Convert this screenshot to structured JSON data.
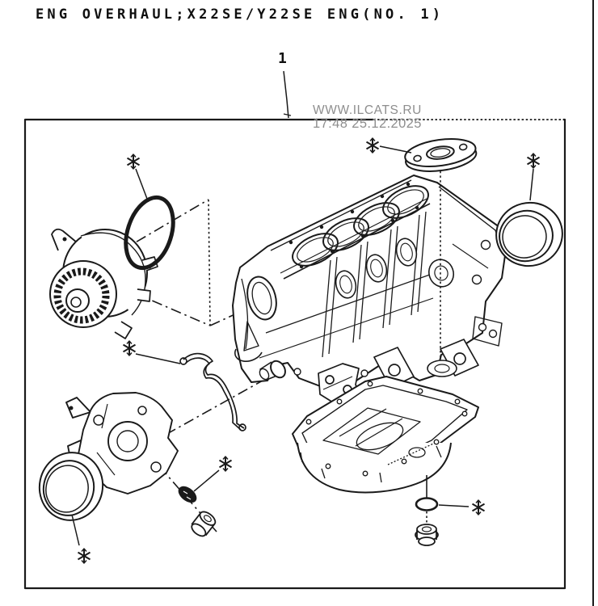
{
  "page": {
    "title": "ENG OVERHAUL;X22SE/Y22SE ENG(NO. 1)"
  },
  "diagram": {
    "callout": {
      "label": "1"
    },
    "note_symbol": "*",
    "watermark": {
      "line1": "WWW.ILCATS.RU",
      "line2": "17:48 25.12.2025"
    },
    "colors": {
      "ink": "#1a1a1a",
      "watermark": "#8e8e8e",
      "background": "#ffffff"
    },
    "parts": [
      "water-pump",
      "o-ring-gasket",
      "engine-block",
      "flange-gasket",
      "rear-crankshaft-seal",
      "front-cover-gasket",
      "oil-pump-assembly",
      "relief-valve-seal",
      "screw-plug",
      "front-crankshaft-seal",
      "oil-pan",
      "drain-plug-gasket",
      "oil-drain-plug"
    ]
  }
}
